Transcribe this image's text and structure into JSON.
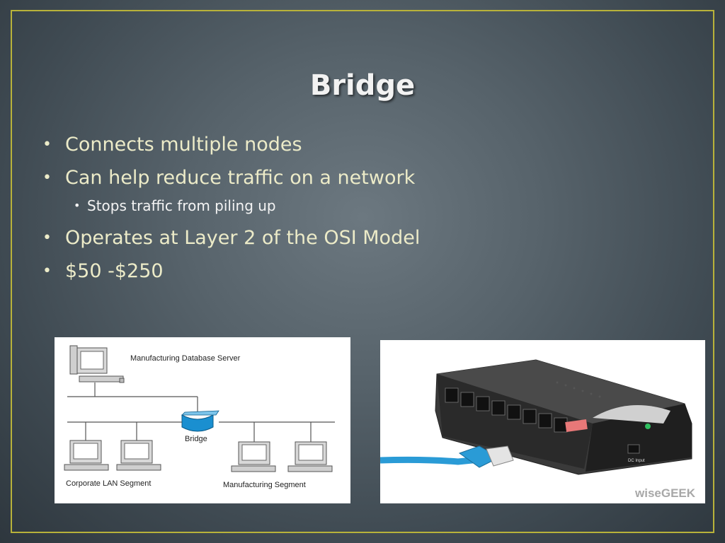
{
  "slide": {
    "title": "Bridge",
    "bullets": [
      {
        "text": "Connects multiple nodes",
        "level": 1
      },
      {
        "text": "Can help reduce traffic on a network",
        "level": 1
      },
      {
        "text": "Stops traffic from piling up",
        "level": 2
      },
      {
        "text": "Operates at Layer 2 of the OSI Model",
        "level": 1
      },
      {
        "text": "$50 -$250",
        "level": 1
      }
    ]
  },
  "diagram": {
    "server_label": "Manufacturing Database Server",
    "bridge_label": "Bridge",
    "left_segment_label": "Corporate LAN Segment",
    "right_segment_label": "Manufacturing Segment"
  },
  "photo": {
    "watermark": "wiseGEEK",
    "port_label": "DC Input"
  },
  "colors": {
    "title": "#f2f2f2",
    "bullet_text": "#ecebc8",
    "frame_border": "#b8b23a",
    "bridge_icon": "#1a8fd0",
    "cable": "#2a9bd6"
  }
}
